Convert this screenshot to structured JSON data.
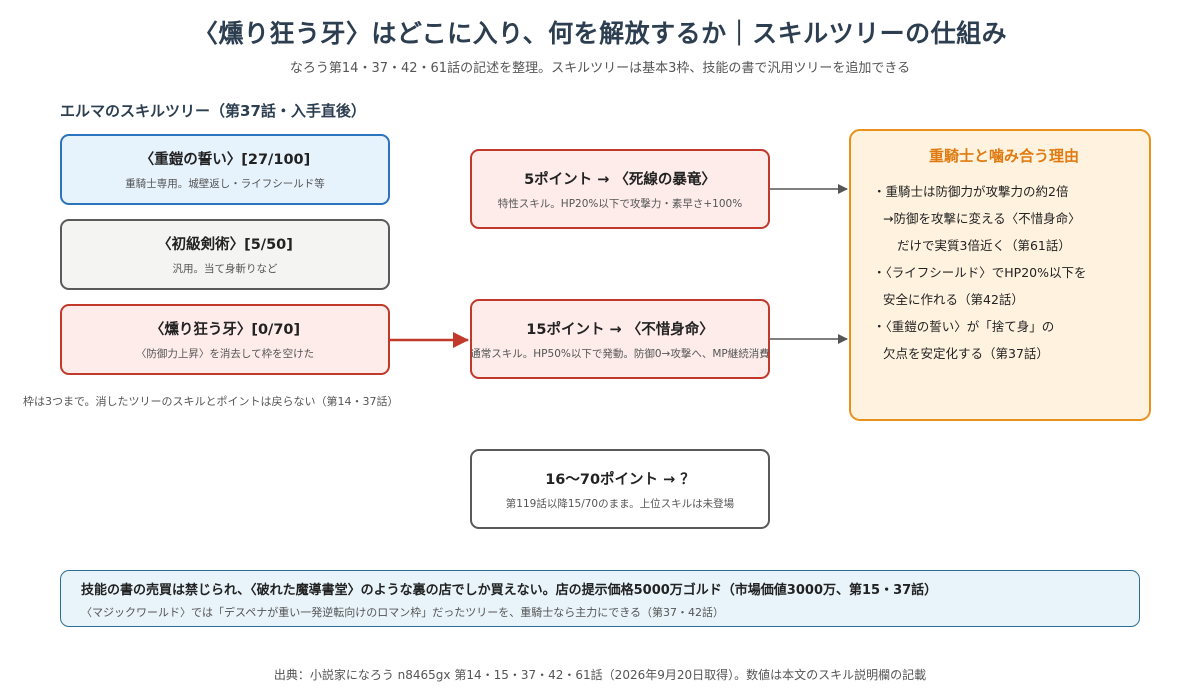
{
  "header": {
    "title": "〈燻り狂う牙〉はどこに入り、何を解放するか｜スキルツリーの仕組み",
    "subtitle": "なろう第14・37・42・61話の記述を整理。スキルツリーは基本3枠、技能の書で汎用ツリーを追加できる"
  },
  "tree_section": {
    "heading": "エルマのスキルツリー（第37話・入手直後）",
    "trees": [
      {
        "title": "〈重鎧の誓い〉[27/100]",
        "desc": "重騎士専用。城壁返し・ライフシールド等"
      },
      {
        "title": "〈初級剣術〉[5/50]",
        "desc": "汎用。当て身斬りなど"
      },
      {
        "title": "〈燻り狂う牙〉[0/70]",
        "desc": "〈防御力上昇〉を消去して枠を空けた"
      }
    ],
    "note": "枠は3つまで。消したツリーのスキルとポイントは戻らない（第14・37話）"
  },
  "unlocks": [
    {
      "title": "5ポイント → 〈死線の暴竜〉",
      "desc": "特性スキル。HP20%以下で攻撃力・素早さ+100%"
    },
    {
      "title": "15ポイント → 〈不惜身命〉",
      "desc": "通常スキル。HP50%以下で発動。防御0→攻撃へ、MP継続消費"
    },
    {
      "title": "16〜70ポイント → ？",
      "desc": "第119話以降15/70のまま。上位スキルは未登場"
    }
  ],
  "reason_panel": {
    "title": "重騎士と噛み合う理由",
    "lines": [
      "・重騎士は防御力が攻撃力の約2倍",
      "→防御を攻撃に変える〈不惜身命〉",
      "だけで実質3倍近く（第61話）",
      "・〈ライフシールド〉でHP20%以下を",
      "安全に作れる（第42話）",
      "・〈重鎧の誓い〉が「捨て身」の",
      "欠点を安定化する（第37話）"
    ]
  },
  "bottom_note": {
    "line1": "技能の書の売買は禁じられ、〈破れた魔導書堂〉のような裏の店でしか買えない。店の提示価格5000万ゴルド（市場価値3000万、第15・37話）",
    "line2": "〈マジックワールド〉では「デスペナが重い一発逆転向けのロマン枠」だったツリーを、重騎士なら主力にできる（第37・42話）"
  },
  "footer": "出典：小説家になろう n8465gx 第14・15・37・42・61話（2026年9月20日取得）。数値は本文のスキル説明欄の記載",
  "colors": {
    "accent_orange": "#e07b12",
    "tree_blue": "#2b73bf",
    "tree_red": "#c0392b",
    "tree_gray": "#5a5a5a"
  }
}
